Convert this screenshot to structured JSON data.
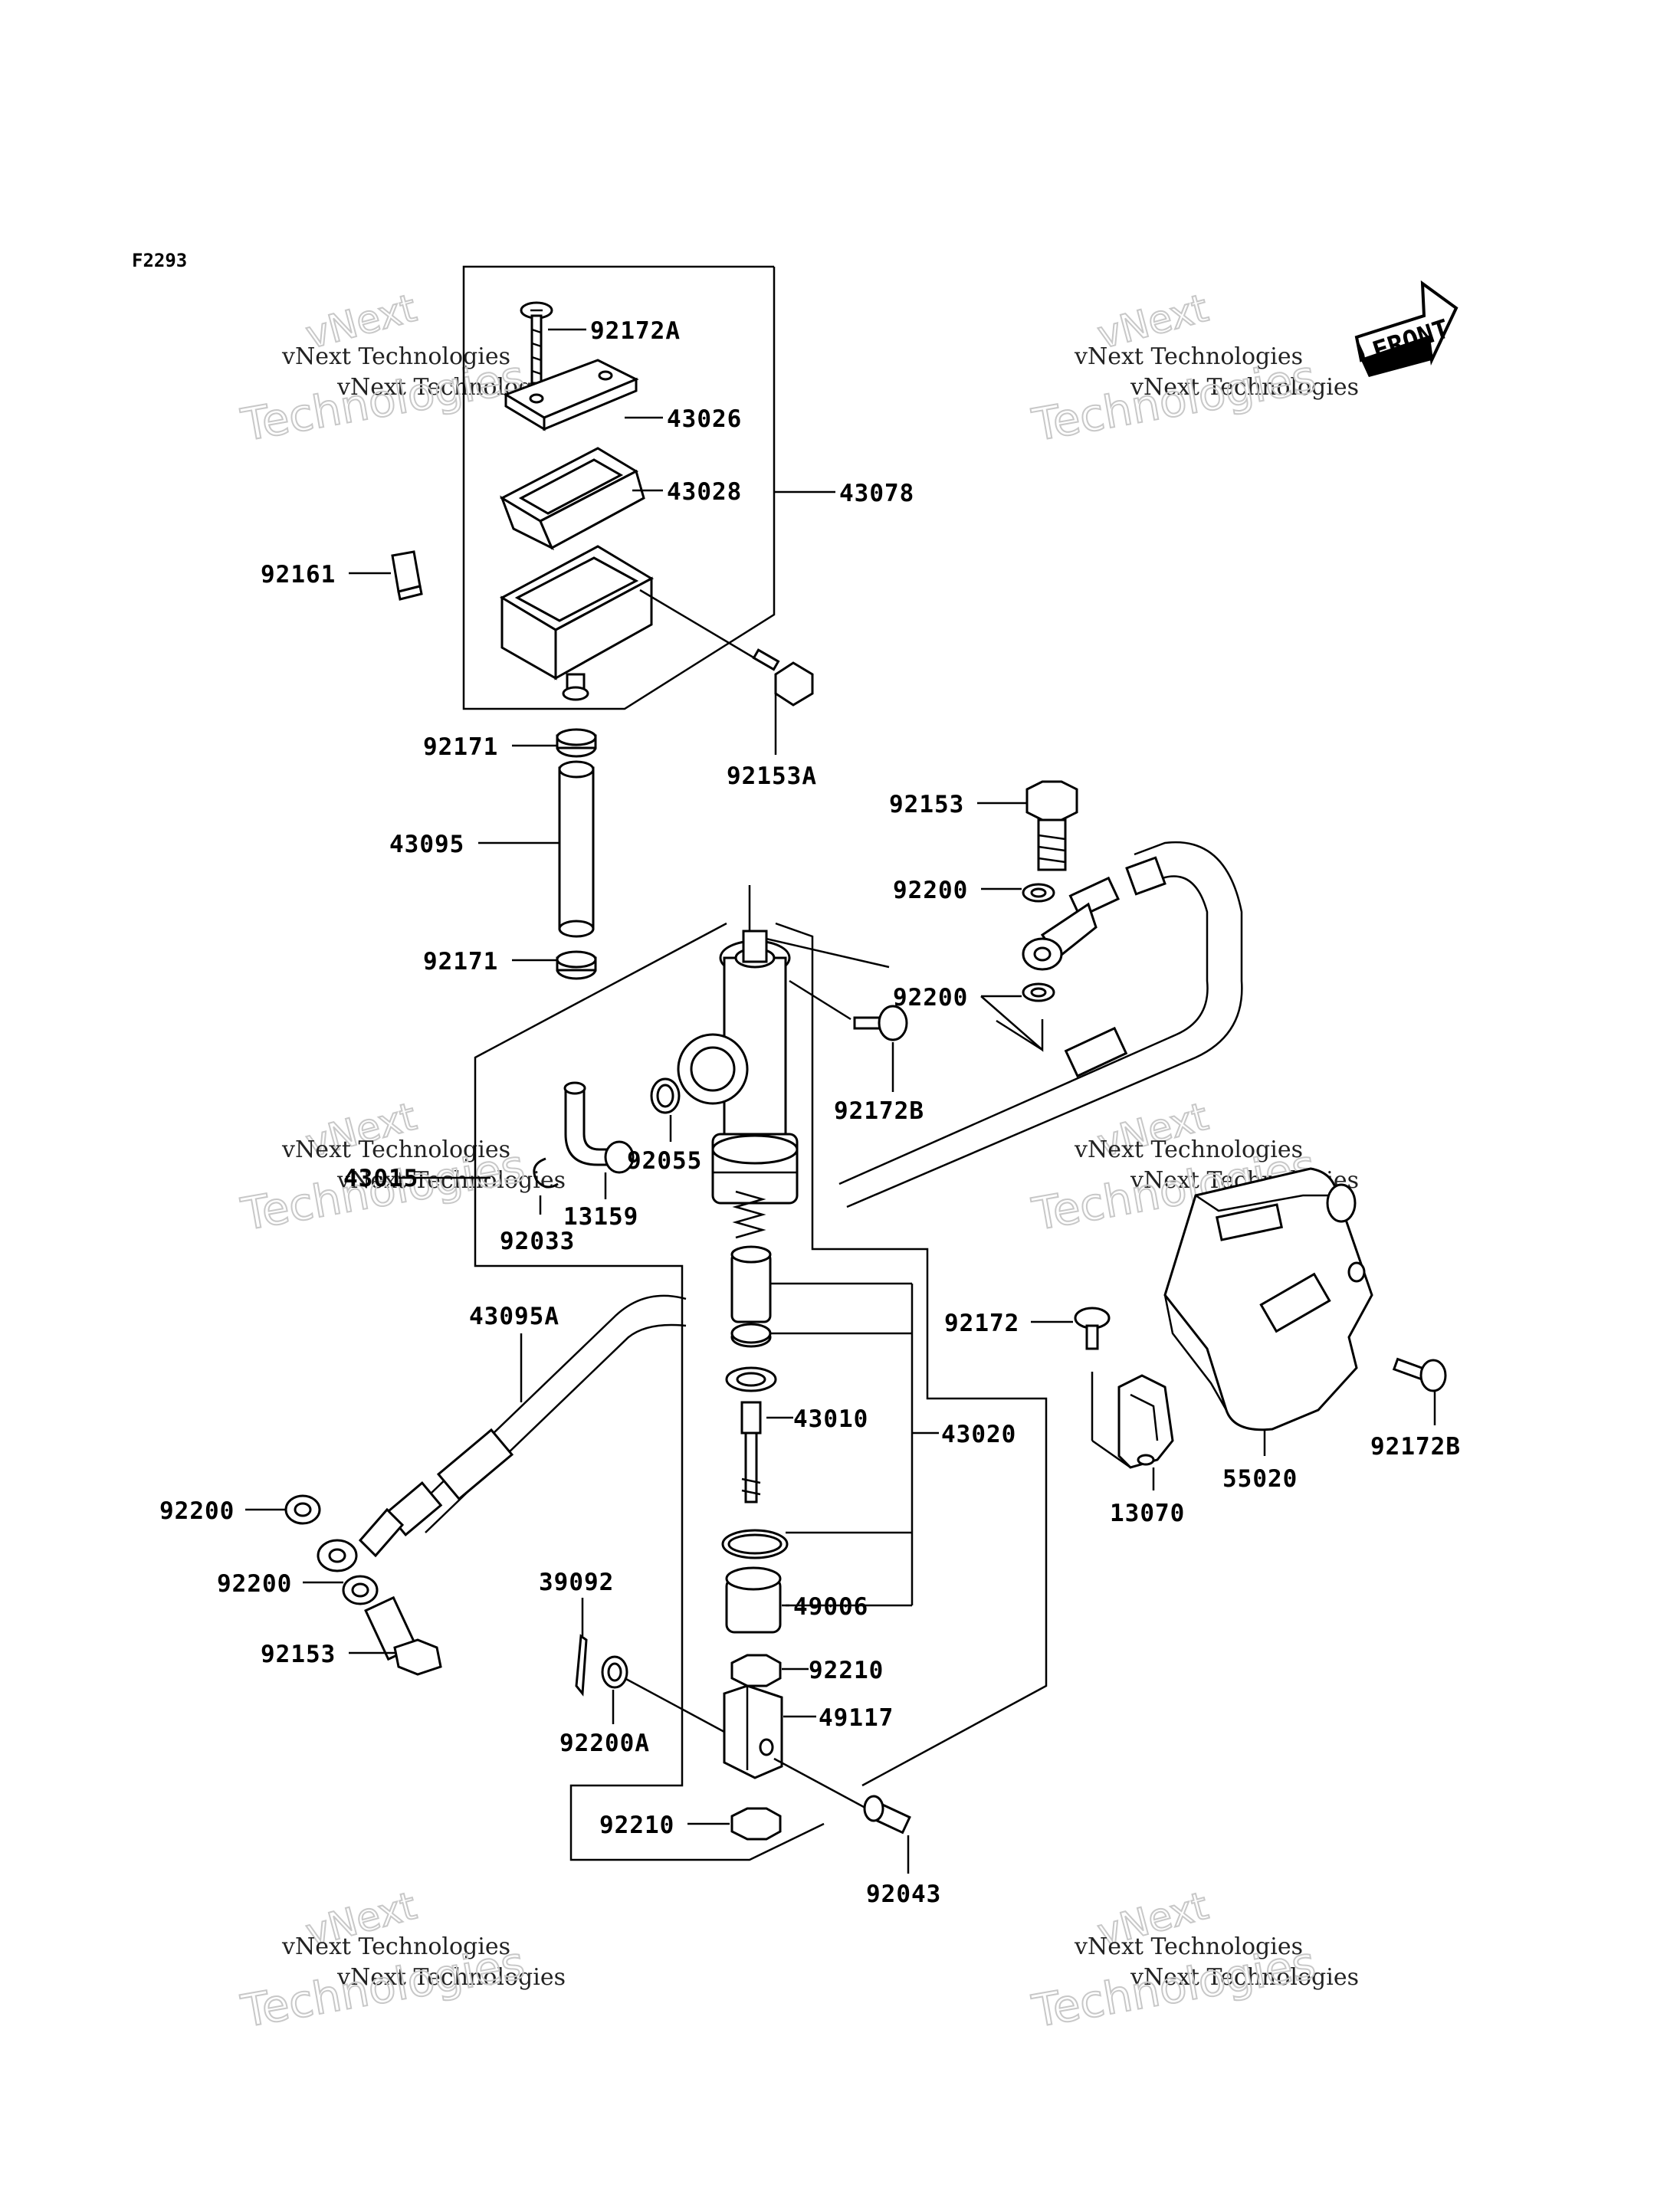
{
  "diagram_code": "F2293",
  "front_label": "FRONT",
  "watermark": {
    "line1": "vNext Technologies",
    "line2": "Technologies",
    "line3": "vNext"
  },
  "parts": [
    "92172A",
    "43026",
    "43028",
    "43078",
    "92161",
    "92153A",
    "92171",
    "43095",
    "92171",
    "92153",
    "92200",
    "92200",
    "92172B",
    "92055",
    "13159",
    "43015",
    "92033",
    "43095A",
    "92172",
    "43010",
    "43020",
    "92172B",
    "55020",
    "13070",
    "92200",
    "92200",
    "92153",
    "39092",
    "49006",
    "92210",
    "49117",
    "92200A",
    "92210",
    "92043"
  ]
}
